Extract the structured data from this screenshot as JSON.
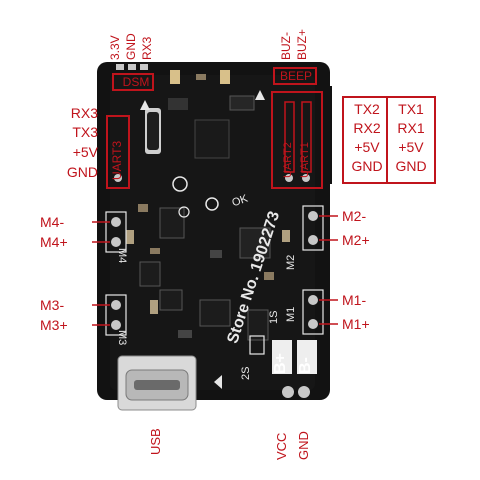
{
  "board": {
    "silkscreen": {
      "dsm": "DSM",
      "beep": "BEEP",
      "uart3": "UART3",
      "uart2": "UART2",
      "uart1": "UART1",
      "watermark": "Store No. 1902273",
      "b_plus": "B+",
      "b_minus": "B-",
      "label_2s": "2S",
      "label_1s": "1S",
      "m1": "M1",
      "m2": "M2",
      "m3": "M3",
      "m4": "M4",
      "ok": "OK"
    },
    "colors": {
      "pcb": "#121212",
      "accent": "#c0141c",
      "silk": "#e8e8e8",
      "pad": "#c8c8c8"
    }
  },
  "top_labels": {
    "dsm_group": [
      "3.3V",
      "GND",
      "RX3"
    ],
    "buzzer_group": [
      "BUZ-",
      "BUZ+"
    ]
  },
  "left_labels": {
    "uart3_pins": [
      "RX3",
      "TX3",
      "+5V",
      "GND"
    ],
    "m4_minus": "M4-",
    "m4_plus": "M4+",
    "m3_minus": "M3-",
    "m3_plus": "M3+"
  },
  "right_labels": {
    "uart2_pins": [
      "TX2",
      "RX2",
      "+5V",
      "GND"
    ],
    "uart1_pins": [
      "TX1",
      "RX1",
      "+5V",
      "GND"
    ],
    "m2_minus": "M2-",
    "m2_plus": "M2+",
    "m1_minus": "M1-",
    "m1_plus": "M1+"
  },
  "bottom_labels": {
    "usb": "USB",
    "vcc": "VCC",
    "gnd": "GND"
  }
}
